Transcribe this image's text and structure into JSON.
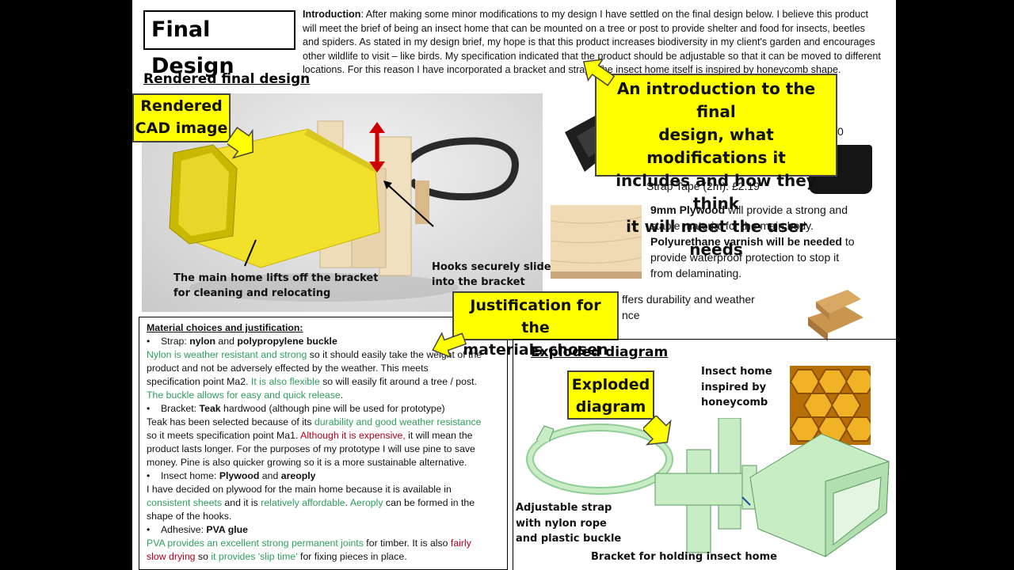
{
  "slide": {
    "title": "Final Design",
    "intro_label": "Introduction",
    "intro_text": ": After making some minor modifications to my design I have settled on the final design below. I believe this product will meet the brief of being an insect home that can be mounted on a tree or post to provide shelter and food for insects, beetles and spiders. As stated in my design brief, my hope is that this product increases biodiversity in my client's garden and encourages other wildlife to visit – like birds. My specification indicated that the product should be adjustable so that it can be moved to different locations. For this reason I have incorporated a bracket and strap. The insect home itself is inspired by honeycomb shape."
  },
  "rendered": {
    "heading": "Rendered final design",
    "caption_left_1": "The main home lifts off the bracket",
    "caption_left_2": "for cleaning and relocating",
    "caption_right_1": "Hooks securely slide",
    "caption_right_2": "into the bracket"
  },
  "callouts": {
    "cad_1": "Rendered",
    "cad_2": "CAD image",
    "intro_1": "An introduction to the final",
    "intro_2": "design, what modifications it",
    "intro_3": "includes and how they think",
    "intro_4": "it will meet the user needs",
    "just_1": "Justification for the",
    "just_2": "materials chosen",
    "exp_1": "Exploded",
    "exp_2": "diagram"
  },
  "costing": {
    "price_partial": "0",
    "strap_tape": "Strap Tape (2m):   £2.19"
  },
  "plywood": {
    "bold_1": "9mm Plywood",
    "text_1": " will provide a strong and",
    "text_2": "stable material for the main body.",
    "bold_2": "Polyurethane varnish will be needed",
    "text_3": " to",
    "text_4": "provide waterproof protection to stop it",
    "text_5": "from delaminating."
  },
  "teak": {
    "line_1": "ffers durability and weather",
    "line_2": "nce"
  },
  "materials": {
    "heading": "Material choices and justification:",
    "bullet": "•",
    "strap_prefix": "Strap: ",
    "strap_bold_1": "nylon",
    "strap_and": " and ",
    "strap_bold_2": "polypropylene buckle",
    "strap_g1": "Nylon is weather resistant and strong",
    "strap_t1": " so it should easily take the weight of the",
    "strap_t2": "product and not be adversely effected by the weather. This meets",
    "strap_t3": "specification point Ma2. ",
    "strap_g2": "It is also flexible",
    "strap_t4": " so will easily fit around a tree / post.",
    "strap_g3": "The buckle allows for easy and quick release",
    "strap_t5": ".",
    "bracket_prefix": "Bracket: ",
    "bracket_bold": "Teak",
    "bracket_rest": " hardwood (although pine will be used for prototype)",
    "bracket_t1": "Teak has been selected because of its ",
    "bracket_g1": "durability and good weather resistance",
    "bracket_t2": "so it meets specification point Ma1. ",
    "bracket_r1": "Although it is expensive,",
    "bracket_t3": " it will mean the",
    "bracket_t4": "product lasts longer. For the purposes of my prototype I will use pine to save",
    "bracket_t5": "money. Pine is also quicker growing so it is a more sustainable alternative.",
    "home_prefix": "Insect home: ",
    "home_bold_1": "Plywood",
    "home_and": " and ",
    "home_bold_2": "areoply",
    "home_t1": "I have decided on plywood for the main home because it is available in",
    "home_g1": "consistent sheets",
    "home_t2": " and it is ",
    "home_g2": "relatively affordable",
    "home_t3": ". ",
    "home_g3": "Aeroply",
    "home_t4": " can be formed in the",
    "home_t5": "shape of the hooks.",
    "adh_prefix": "Adhesive: ",
    "adh_bold": "PVA glue",
    "adh_g1": "PVA provides an excellent strong permanent joints",
    "adh_t1": " for timber. It is also ",
    "adh_r1": "fairly",
    "adh_r2": "slow drying",
    "adh_t2": " so ",
    "adh_g2": "it provides 'slip time'",
    "adh_t3": " for fixing pieces in place."
  },
  "exploded": {
    "heading": "Exploded diagram",
    "insect_1": "Insect home",
    "insect_2": "inspired by",
    "insect_3": "honeycomb",
    "strap_1": "Adjustable strap",
    "strap_2": "with nylon rope",
    "strap_3": "and plastic buckle",
    "bracket": "Bracket for holding insect home"
  },
  "colors": {
    "callout_fill": "#ffff00",
    "highlight_green": "#2e9e5b",
    "highlight_red": "#b0001d",
    "cad_yellow": "#f2e12a",
    "model_green": "#c8ecc4"
  }
}
